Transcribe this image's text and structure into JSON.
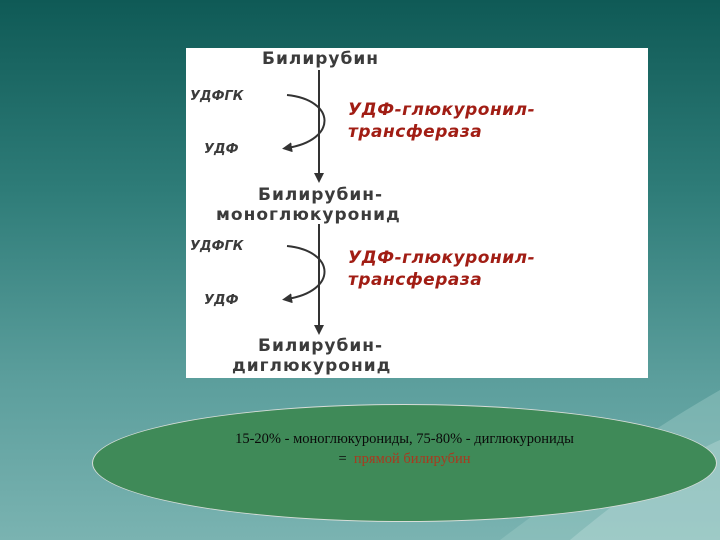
{
  "diagram": {
    "step1": {
      "substrate": "Билирубин",
      "cofactor_in": "УДФГК",
      "cofactor_out": "УДФ",
      "enzyme_line1": "УДФ-глюкуронил-",
      "enzyme_line2": "трансфераза",
      "product_line1": "Билирубин-",
      "product_line2": "моноглюкуронид"
    },
    "step2": {
      "cofactor_in": "УДФГК",
      "cofactor_out": "УДФ",
      "enzyme_line1": "УДФ-глюкуронил-",
      "enzyme_line2": "трансфераза",
      "product_line1": "Билирубин-",
      "product_line2": "диглюкуронид"
    }
  },
  "summary": {
    "line1": "15-20% - моноглюкурониды, 75-80% - диглюкурониды",
    "line2_prefix": "=",
    "line2_highlight": "прямой билирубин"
  },
  "colors": {
    "background_top": "#0f5a56",
    "background_bottom": "#7ab3b1",
    "enzyme_text": "#a11d14",
    "ellipse_fill": "#3f8a58",
    "highlight_text": "#a83a1f"
  }
}
